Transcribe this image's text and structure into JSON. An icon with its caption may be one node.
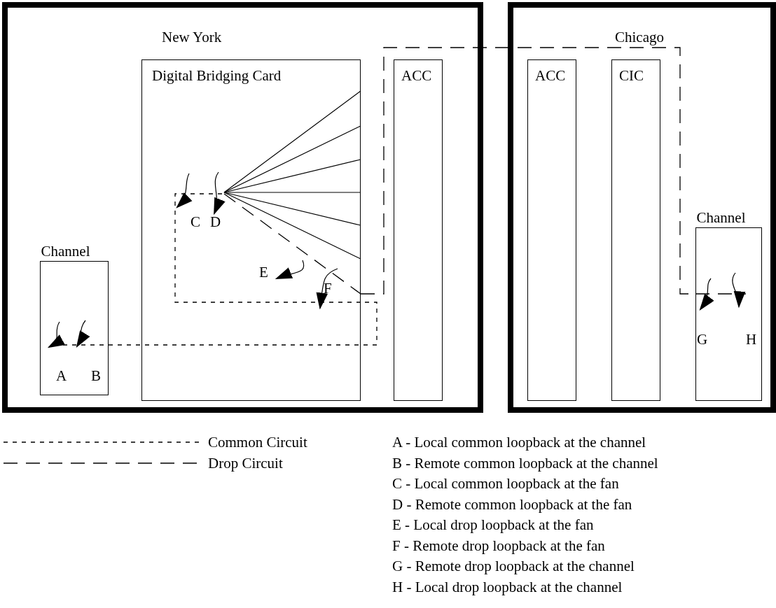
{
  "diagram": {
    "nodes": [
      {
        "text": [
          "New York"
        ]
      },
      {
        "text": [
          "Digital Bridging Card"
        ],
        "in": 0
      },
      {
        "text": [
          "ACC"
        ],
        "in": 0
      },
      {
        "text": [
          "Channel"
        ],
        "in": 0
      },
      {
        "text": [
          "Chicago"
        ]
      },
      {
        "text": [
          "ACC"
        ],
        "in": 4
      },
      {
        "text": [
          "CIC"
        ],
        "in": 4
      },
      {
        "text": [
          "Channel"
        ],
        "in": 4
      }
    ],
    "edges": [
      {
        "from": 3,
        "to": 1,
        "arrow": "none",
        "style": "dashed"
      },
      {
        "from": 1,
        "to": 7,
        "arrow": "none",
        "style": "dashed"
      }
    ],
    "labels": [
      "C",
      "D",
      "E",
      "F",
      "A",
      "B",
      "G",
      "H",
      "A - Local common loopback at the channel",
      "B - Remote common loopback at the channel",
      "C - Local common loopback at the fan",
      "D - Remote common loopback at the fan",
      "E - Local drop loopback at the fan",
      "F - Remote drop loopback at the fan",
      "G - Remote drop loopback at the channel",
      "H - Local drop loopback at the channel"
    ],
    "legend": [
      {
        "text": "Common Circuit"
      },
      {
        "text": "Drop Circuit"
      }
    ]
  }
}
